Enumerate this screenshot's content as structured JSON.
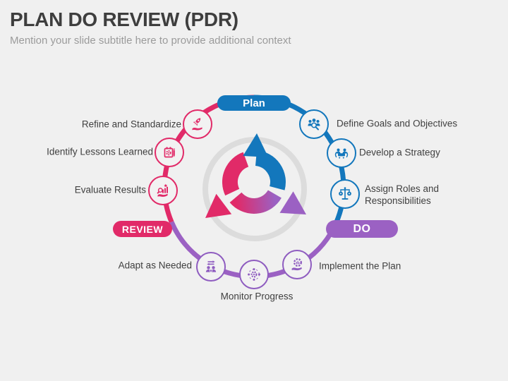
{
  "header": {
    "title": "PLAN DO REVIEW (PDR)",
    "subtitle": "Mention your slide subtitle here to provide additional context"
  },
  "stages": {
    "plan": {
      "label": "Plan",
      "color": "#1377bc"
    },
    "do": {
      "label": "DO",
      "color": "#9b61c3"
    },
    "review": {
      "label": "REVIEW",
      "color": "#e12a68"
    }
  },
  "nodes": [
    {
      "label": "Define Goals and Objectives",
      "stage": "plan",
      "icon": "people-search-icon"
    },
    {
      "label": "Develop a Strategy",
      "stage": "plan",
      "icon": "meeting-icon"
    },
    {
      "label": "Assign Roles and Responsibilities",
      "stage": "plan",
      "icon": "scales-icon"
    },
    {
      "label": "Implement the Plan",
      "stage": "do",
      "icon": "gear-hand-icon"
    },
    {
      "label": "Monitor Progress",
      "stage": "do",
      "icon": "gear-orbit-icon"
    },
    {
      "label": "Adapt as Needed",
      "stage": "do",
      "icon": "people-swap-icon"
    },
    {
      "label": "Evaluate Results",
      "stage": "review",
      "icon": "chart-hand-icon"
    },
    {
      "label": "Identify Lessons Learned",
      "stage": "review",
      "icon": "board-pencil-icon"
    },
    {
      "label": "Refine and Standardize",
      "stage": "review",
      "icon": "rocket-hand-icon"
    }
  ],
  "colors": {
    "blue": "#1377bc",
    "purple": "#9b61c3",
    "icon_purple": "#8f5dc0",
    "pink": "#e12a68",
    "ring_gray": "#dcdcdc",
    "label_text": "#404040",
    "title_text": "#3e3e3e",
    "subtitle_text": "#9b9b9b",
    "background": "#f0f0f0"
  }
}
